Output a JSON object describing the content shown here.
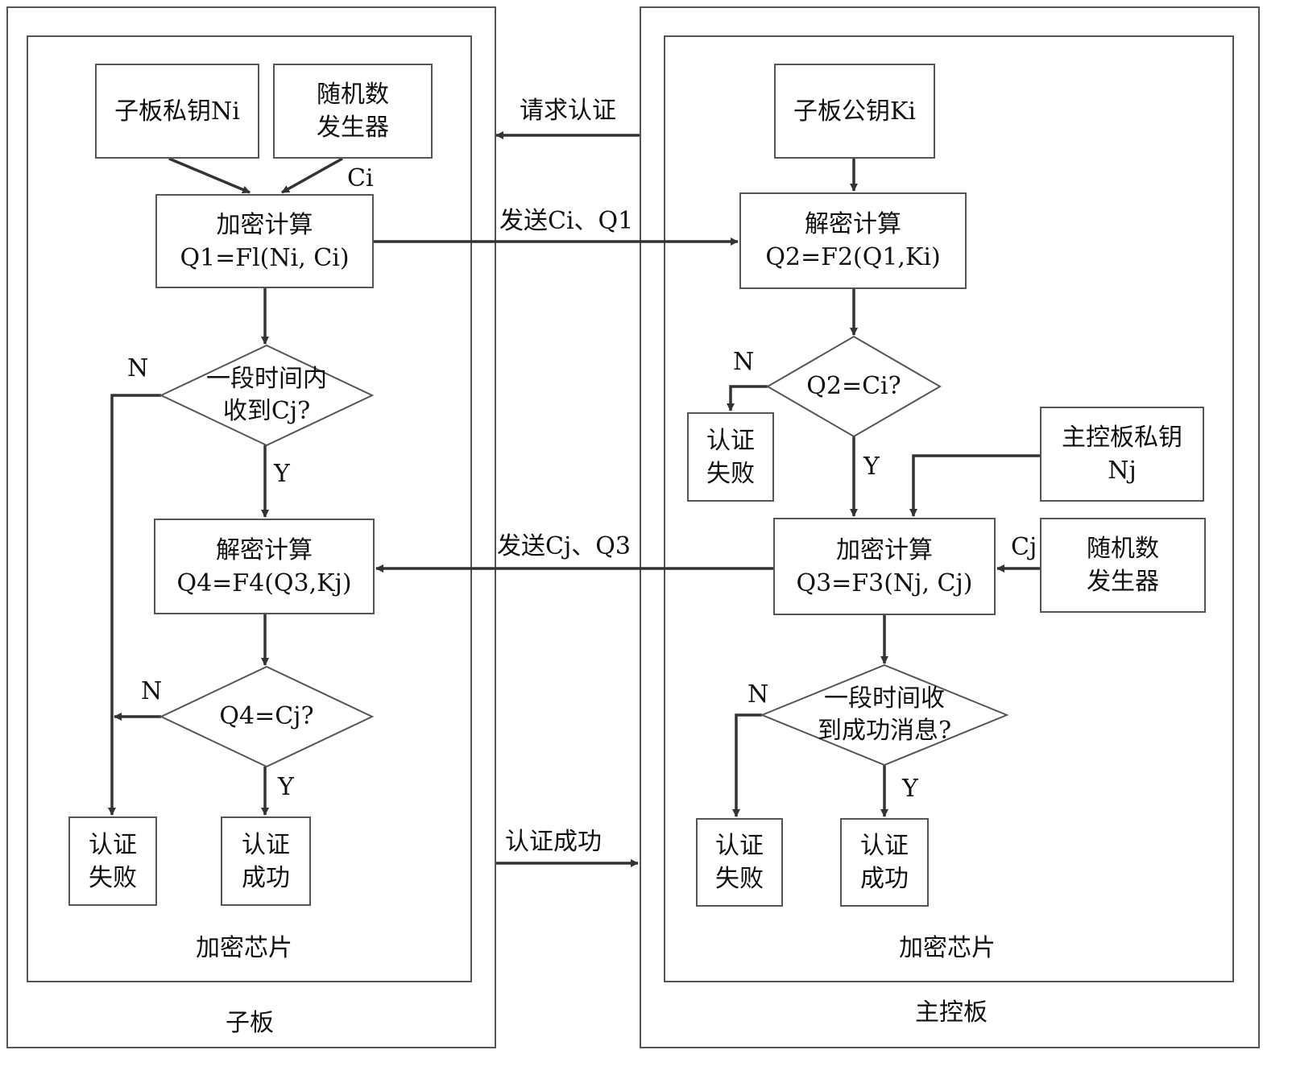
{
  "left_board": {
    "board_label": "子板",
    "chip_label": "加密芯片",
    "private_key_box": "子板私钥Ni",
    "rng_box": [
      "随机数",
      "发生器"
    ],
    "ci_label": "Ci",
    "encrypt_box": [
      "加密计算",
      "Q1=Fl(Ni, Ci)"
    ],
    "receive_decision": [
      "一段时间内",
      "收到Cj?"
    ],
    "decrypt_box": [
      "解密计算",
      "Q4=F4(Q3,Kj)"
    ],
    "compare_decision": "Q4=Cj?",
    "fail_box": [
      "认证",
      "失败"
    ],
    "success_box": [
      "认证",
      "成功"
    ],
    "label_n1": "N",
    "label_y1": "Y",
    "label_n2": "N",
    "label_y2": "Y"
  },
  "right_board": {
    "board_label": "主控板",
    "chip_label": "加密芯片",
    "public_key_box": "子板公钥Ki",
    "decrypt_box": [
      "解密计算",
      "Q2=F2(Q1,Ki)"
    ],
    "compare_decision": "Q2=Ci?",
    "fail_box_1": [
      "认证",
      "失败"
    ],
    "master_key_box": [
      "主控板私钥",
      "Nj"
    ],
    "rng_box": [
      "随机数",
      "发生器"
    ],
    "cj_label": "Cj",
    "encrypt_box": [
      "加密计算",
      "Q3=F3(Nj, Cj)"
    ],
    "receive_decision": [
      "一段时间收",
      "到成功消息?"
    ],
    "fail_box_2": [
      "认证",
      "失败"
    ],
    "success_box": [
      "认证",
      "成功"
    ],
    "label_n1": "N",
    "label_y1": "Y",
    "label_n2": "N",
    "label_y2": "Y"
  },
  "messages": {
    "request_auth": "请求认证",
    "send_ci_q1": "发送Ci、Q1",
    "send_cj_q3": "发送Cj、Q3",
    "auth_success": "认证成功"
  }
}
